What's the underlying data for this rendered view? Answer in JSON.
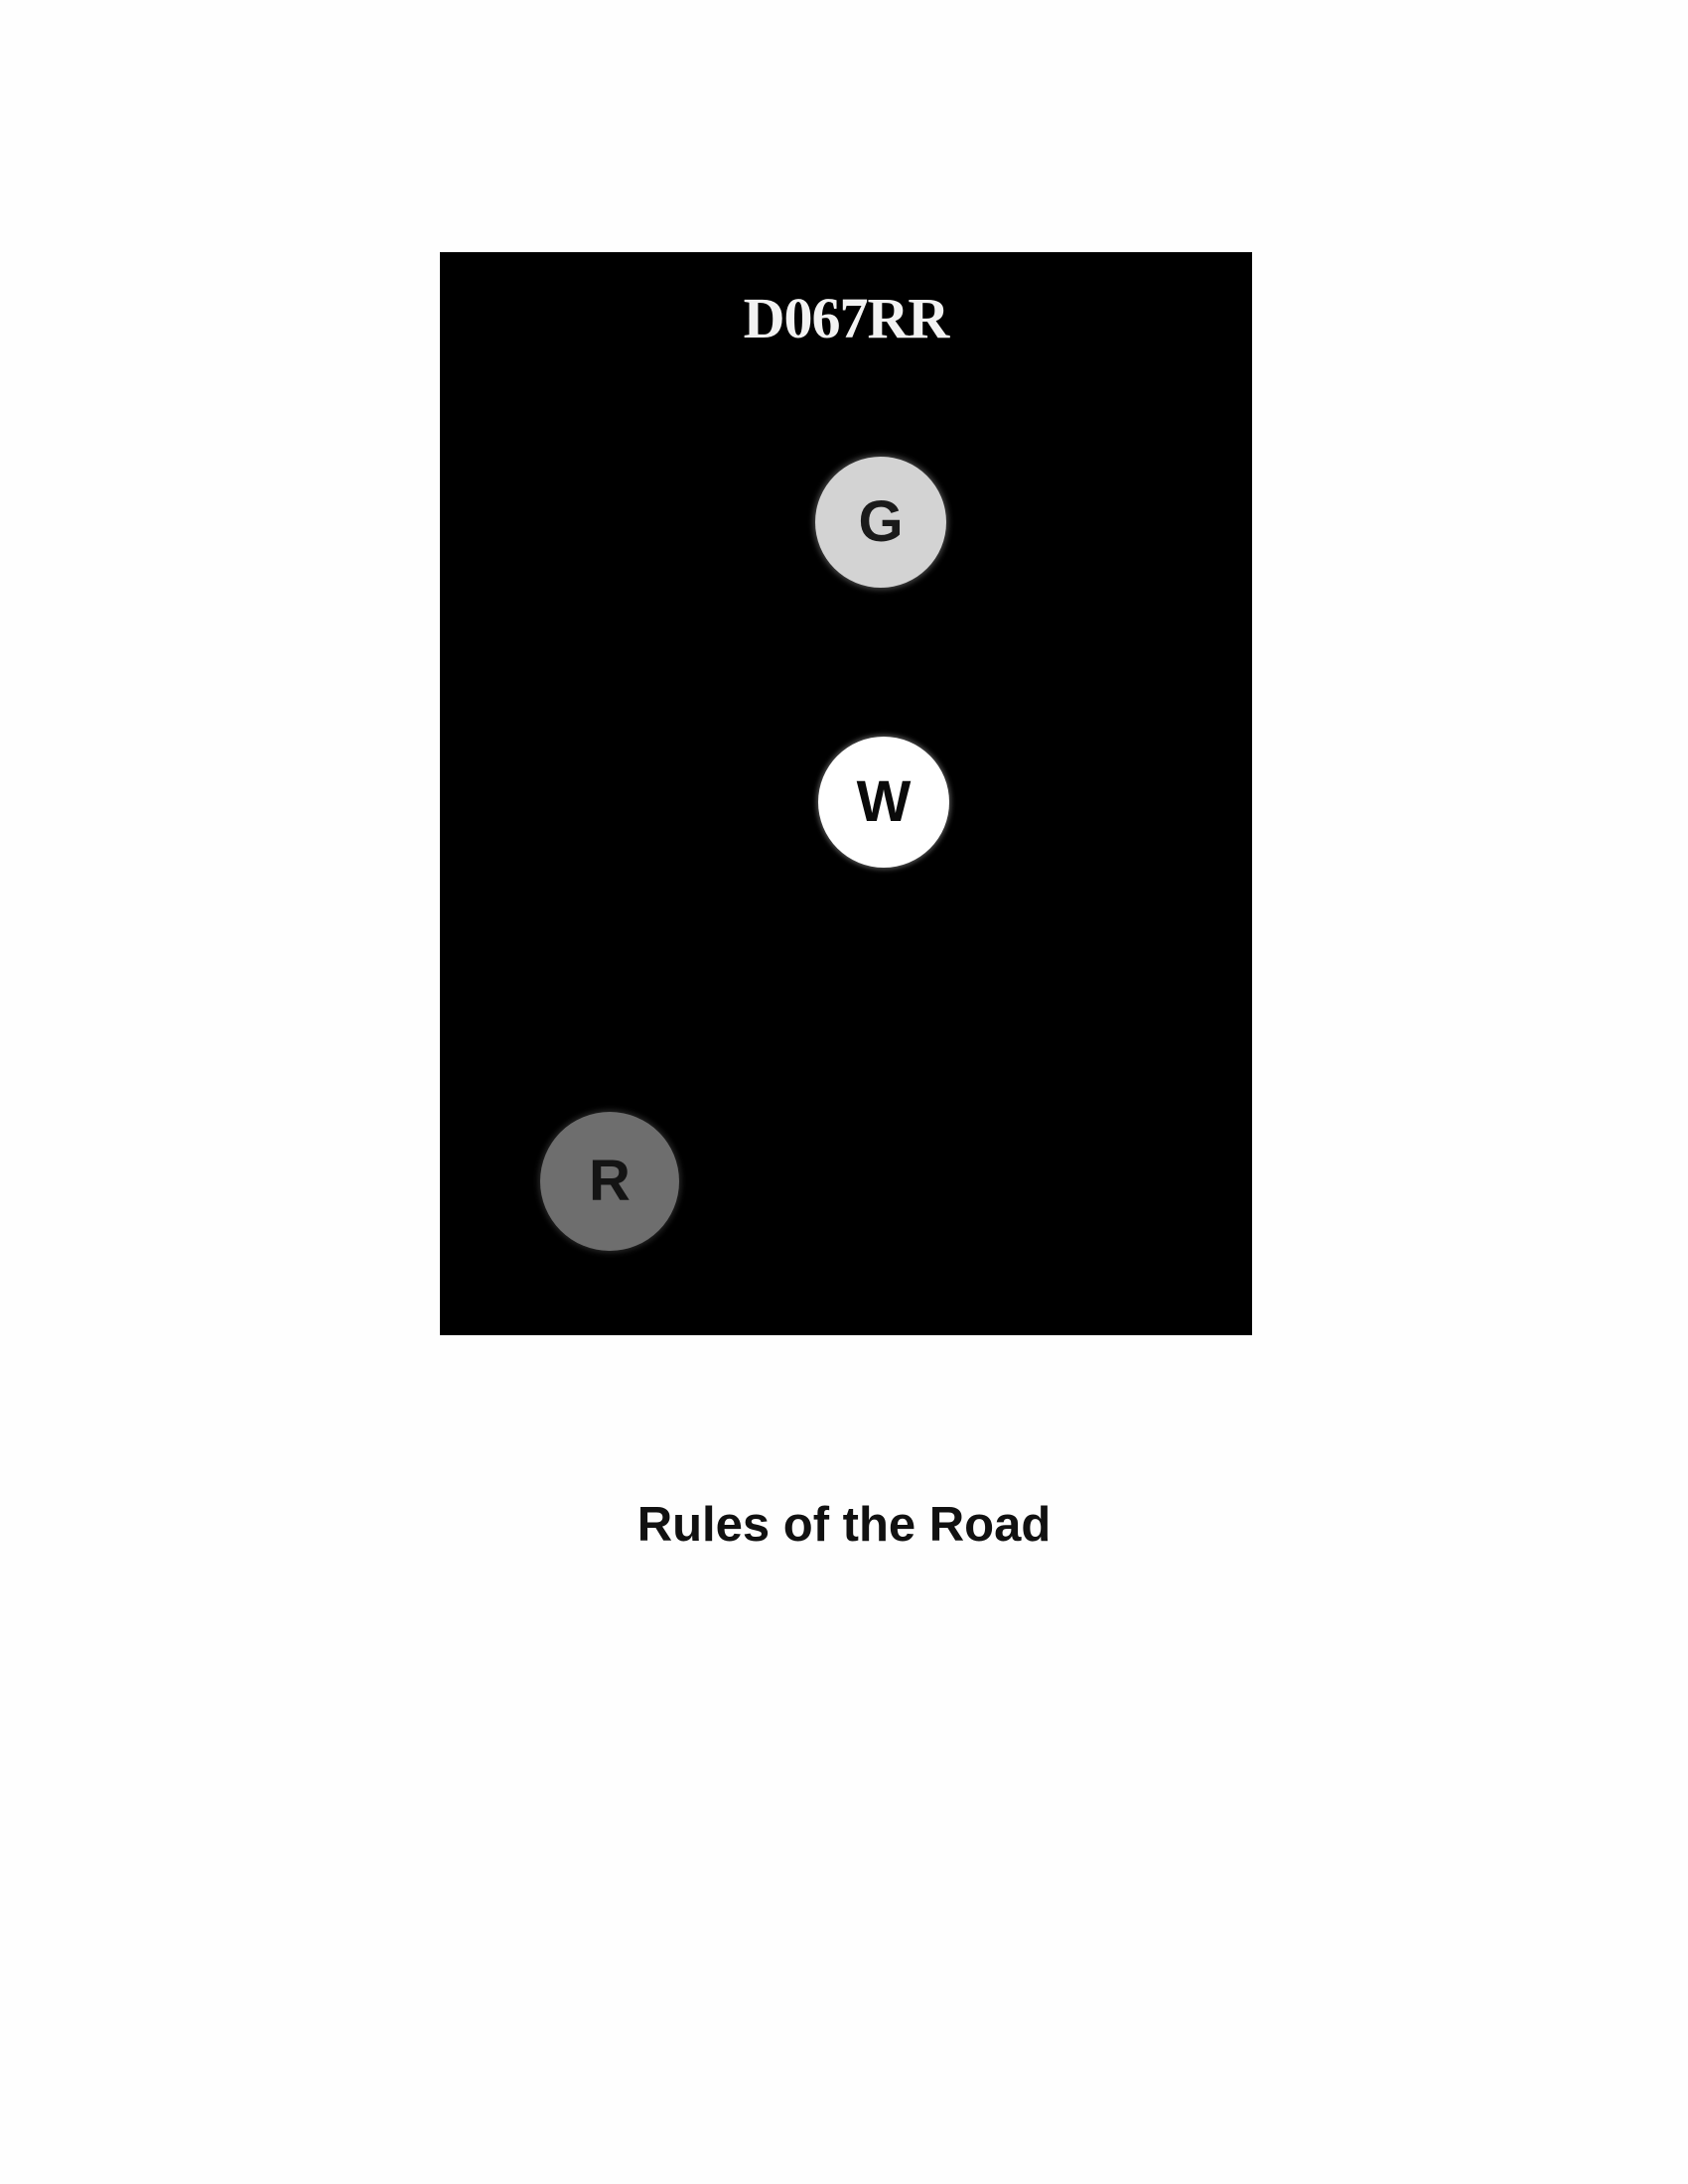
{
  "figure": {
    "code": "D067RR",
    "lights": [
      {
        "label": "G",
        "color": "#d3d3d3"
      },
      {
        "label": "W",
        "color": "#ffffff"
      },
      {
        "label": "R",
        "color": "#6e6e6e"
      }
    ],
    "background": "#000000"
  },
  "document": {
    "title": "Rules of the Road"
  }
}
